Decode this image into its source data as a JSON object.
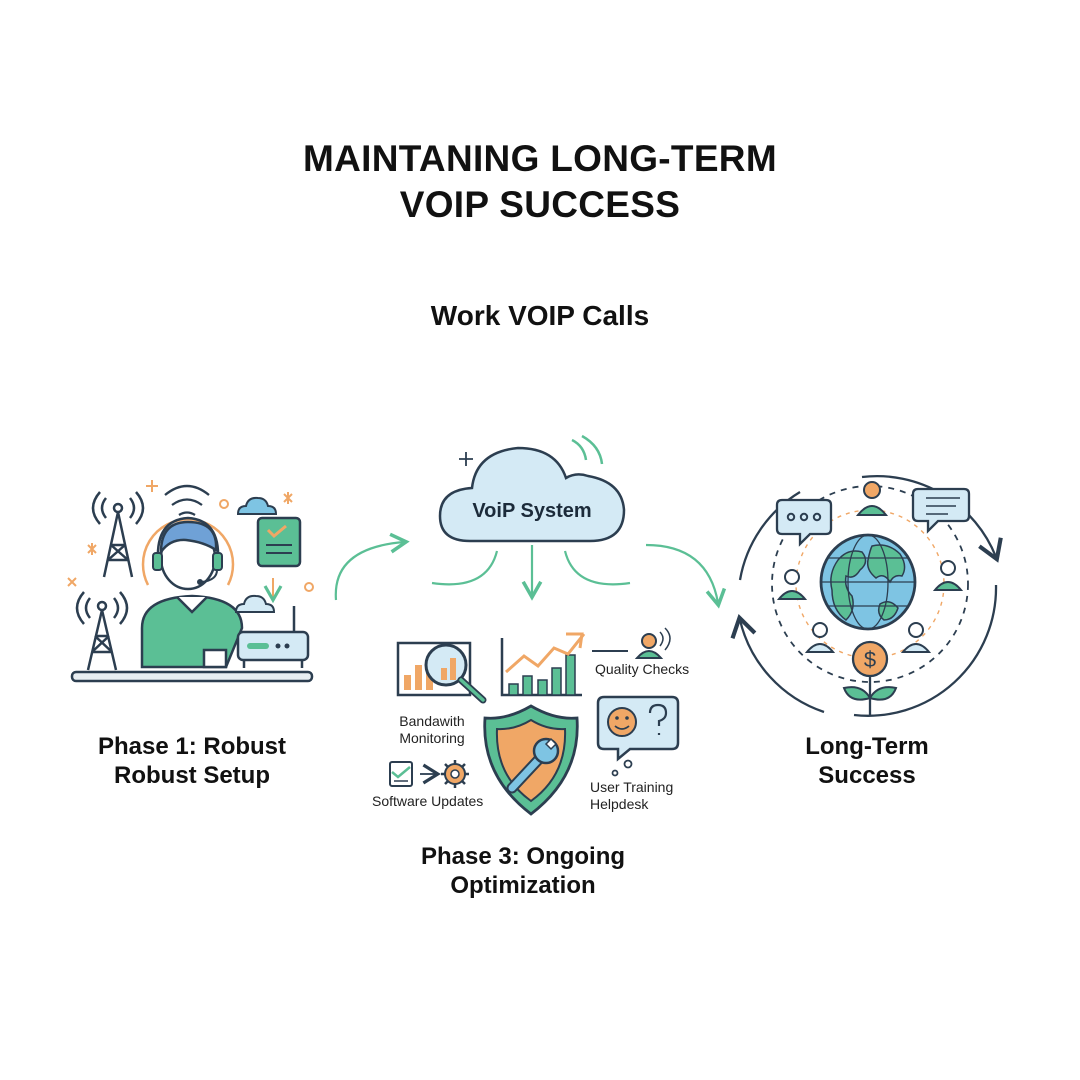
{
  "title": {
    "line1": "MAINTANING LONG-TERM",
    "line2": "VOIP SUCCESS"
  },
  "subtitle": "Work VOIP Calls",
  "center": {
    "cloud_label": "VoiP System"
  },
  "phase1": {
    "line1": "Phase 1: Robust",
    "line2": "Robust Setup"
  },
  "phase3": {
    "line1": "Phase 3: Ongoing",
    "line2": "Optimization",
    "items": {
      "bandwidth_line1": "Bandawith",
      "bandwidth_line2": "Monitoring",
      "quality": "Quality Checks",
      "software": "Software Updates",
      "training_line1": "User Training",
      "training_line2": "Helpdesk"
    }
  },
  "success": {
    "line1": "Long-Term",
    "line2": "Success"
  },
  "colors": {
    "green": "#5bbf95",
    "dark_outline": "#2c3e50",
    "orange": "#f0a766",
    "light_blue": "#d4eaf5",
    "accent_blue": "#7ec4e3"
  },
  "icons": [
    "radio-tower-icon",
    "headset-agent-icon",
    "checklist-icon",
    "router-icon",
    "cloud-icon",
    "magnifier-chart-icon",
    "growth-chart-icon",
    "shield-wrench-icon",
    "gear-icon",
    "chat-bubble-icon",
    "globe-icon",
    "user-icon",
    "dollar-plant-icon"
  ]
}
